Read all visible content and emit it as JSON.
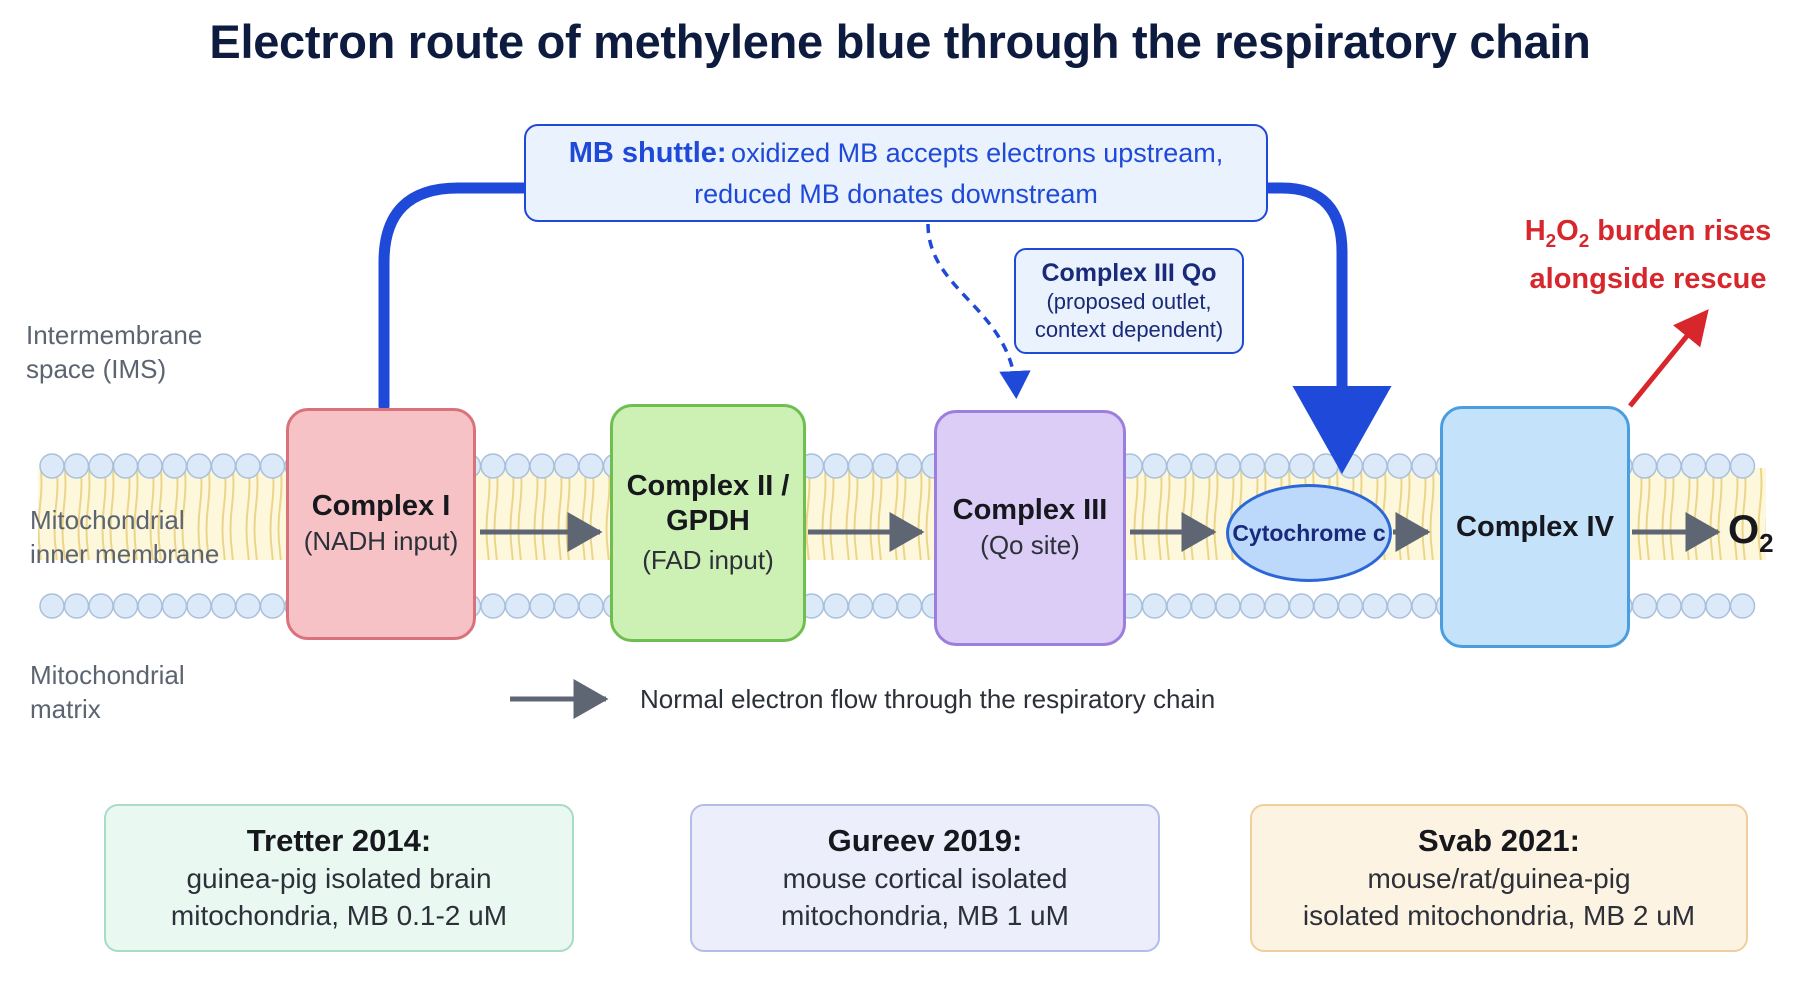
{
  "title": "Electron route of methylene blue through the respiratory chain",
  "regions": {
    "ims_line1": "Intermembrane",
    "ims_line2": "space (IMS)",
    "membrane_line1": "Mitochondrial",
    "membrane_line2": "inner membrane",
    "matrix_line1": "Mitochondrial",
    "matrix_line2": "matrix"
  },
  "shuttle": {
    "label_bold": "MB shuttle:",
    "label_rest": "oxidized MB accepts electrons upstream,",
    "label_line2": "reduced MB donates downstream"
  },
  "qo_note": {
    "title": "Complex III Qo",
    "line2": "(proposed outlet,",
    "line3": "context dependent)"
  },
  "h2o2_note": {
    "h": "H",
    "sub1": "2",
    "o": "O",
    "sub2": "2",
    "rest": " burden rises",
    "line2": "alongside rescue"
  },
  "complexes": [
    {
      "name": "Complex I",
      "sub": "(NADH input)"
    },
    {
      "name_line1": "Complex II /",
      "name_line2": "GPDH",
      "sub": "(FAD input)"
    },
    {
      "name": "Complex III",
      "sub": "(Qo site)"
    },
    {
      "name": "Cytochrome c"
    },
    {
      "name": "Complex IV"
    }
  ],
  "oxygen": {
    "o": "O",
    "sub": "2"
  },
  "legend": {
    "normal_flow": "Normal electron flow through the respiratory chain"
  },
  "studies": [
    {
      "title": "Tretter 2014:",
      "line1": "guinea-pig isolated brain",
      "line2": "mitochondria, MB 0.1-2 uM"
    },
    {
      "title": "Gureev 2019:",
      "line1": "mouse cortical isolated",
      "line2": "mitochondria, MB 1 uM"
    },
    {
      "title": "Svab 2021:",
      "line1": "mouse/rat/guinea-pig",
      "line2": "isolated mitochondria, MB 2 uM"
    }
  ],
  "colors": {
    "shuttle_blue": "#1f49d8",
    "h2o2_red": "#d7272c",
    "flow_gray": "#5f6673",
    "complex1_fill": "#f7c2c6",
    "complex2_fill": "#cdf0b4",
    "complex3_fill": "#dccdf7",
    "cytc_fill": "#bcd8fb",
    "complex4_fill": "#c4e3fb"
  }
}
